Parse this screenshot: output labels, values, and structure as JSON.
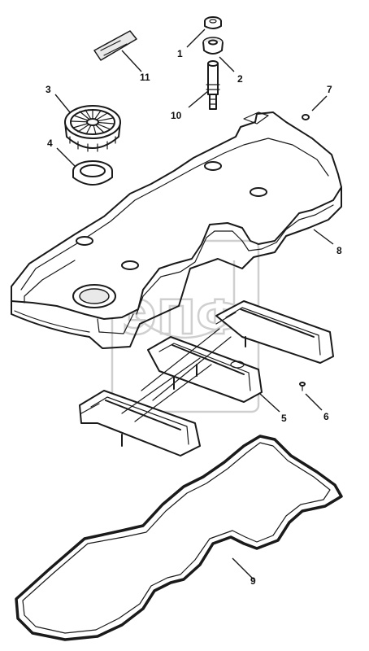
{
  "watermark": {
    "text": "ЭПФ"
  },
  "callouts": [
    {
      "id": "1",
      "label": "1"
    },
    {
      "id": "2",
      "label": "2"
    },
    {
      "id": "3",
      "label": "3"
    },
    {
      "id": "4",
      "label": "4"
    },
    {
      "id": "5",
      "label": "5"
    },
    {
      "id": "6",
      "label": "6"
    },
    {
      "id": "7",
      "label": "7"
    },
    {
      "id": "8",
      "label": "8"
    },
    {
      "id": "9",
      "label": "9"
    },
    {
      "id": "10",
      "label": "10"
    },
    {
      "id": "11",
      "label": "11"
    }
  ]
}
